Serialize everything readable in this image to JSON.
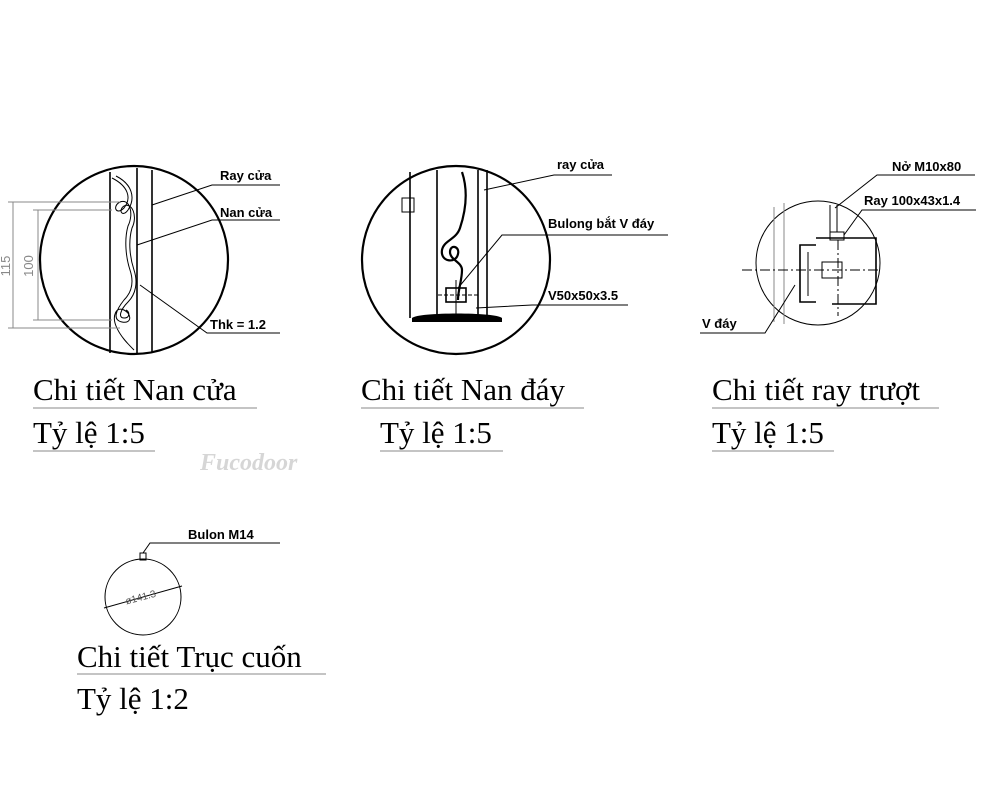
{
  "details": [
    {
      "title": "Chi tiết Nan cửa",
      "scale": "Tỷ lệ 1:5",
      "labels": {
        "rail": "Ray cửa",
        "slat": "Nan cửa",
        "thickness": "Thk = 1.2"
      },
      "dimensions": [
        "115",
        "100"
      ]
    },
    {
      "title": "Chi tiết Nan đáy",
      "scale": "Tỷ lệ 1:5",
      "labels": {
        "rail": "ray cửa",
        "bolt": "Bulong bắt V đáy",
        "angle": "V50x50x3.5"
      }
    },
    {
      "title": "Chi tiết ray trượt",
      "scale": "Tỷ lệ 1:5",
      "labels": {
        "anchor": "Nở M10x80",
        "rail": "Ray 100x43x1.4",
        "bottom_v": "V đáy"
      }
    },
    {
      "title": "Chi tiết Trục cuốn",
      "scale": "Tỷ lệ 1:2",
      "labels": {
        "bolt": "Bulon M14",
        "diameter": "ø141.3"
      }
    }
  ],
  "watermark": "Fucodoor"
}
